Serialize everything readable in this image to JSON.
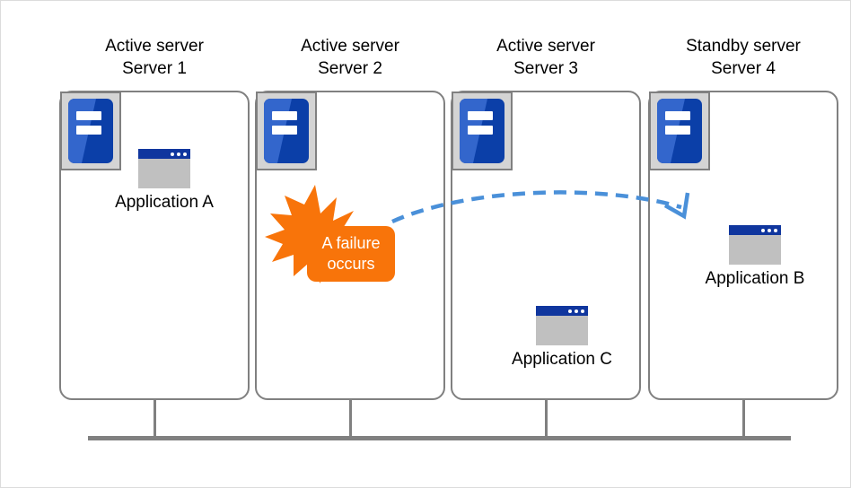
{
  "diagram": {
    "title_role_active": "Active server",
    "title_role_standby": "Standby server",
    "colors": {
      "server_frame": "#808080",
      "server_icon_blue_light": "#3366CC",
      "server_icon_blue_dark": "#0B3FA8",
      "app_titlebar_blue": "#10369E",
      "app_body_gray": "#C0C0C0",
      "failure_orange": "#F8740A",
      "arrow_blue": "#4A90D9",
      "bus_gray": "#808080",
      "canvas_border": "#DCDCDC"
    },
    "servers": [
      {
        "role": "Active server",
        "name": "Server 1",
        "server_icon": "server-icon",
        "application": {
          "label": "Application A",
          "icon": "application-window-icon"
        },
        "has_failure": false
      },
      {
        "role": "Active server",
        "name": "Server 2",
        "server_icon": "server-icon",
        "application": null,
        "has_failure": true,
        "failure": {
          "line1": "A failure",
          "line2": "occurs",
          "burst_icon": "explosion-burst-icon"
        }
      },
      {
        "role": "Active server",
        "name": "Server 3",
        "server_icon": "server-icon",
        "application": {
          "label": "Application  C",
          "icon": "application-window-icon"
        },
        "has_failure": false
      },
      {
        "role": "Standby server",
        "name": "Server 4",
        "server_icon": "server-icon",
        "application": {
          "label": "Application  B",
          "icon": "application-window-icon"
        },
        "has_failure": false
      }
    ],
    "failover_arrow": {
      "icon": "dashed-curved-arrow-icon",
      "from": "Server 2",
      "to": "Server 4",
      "style": "dashed",
      "color": "#4A90D9"
    },
    "network_bus": {
      "icon": "network-bus-icon",
      "connected_servers": [
        "Server 1",
        "Server 2",
        "Server 3",
        "Server 4"
      ]
    }
  }
}
